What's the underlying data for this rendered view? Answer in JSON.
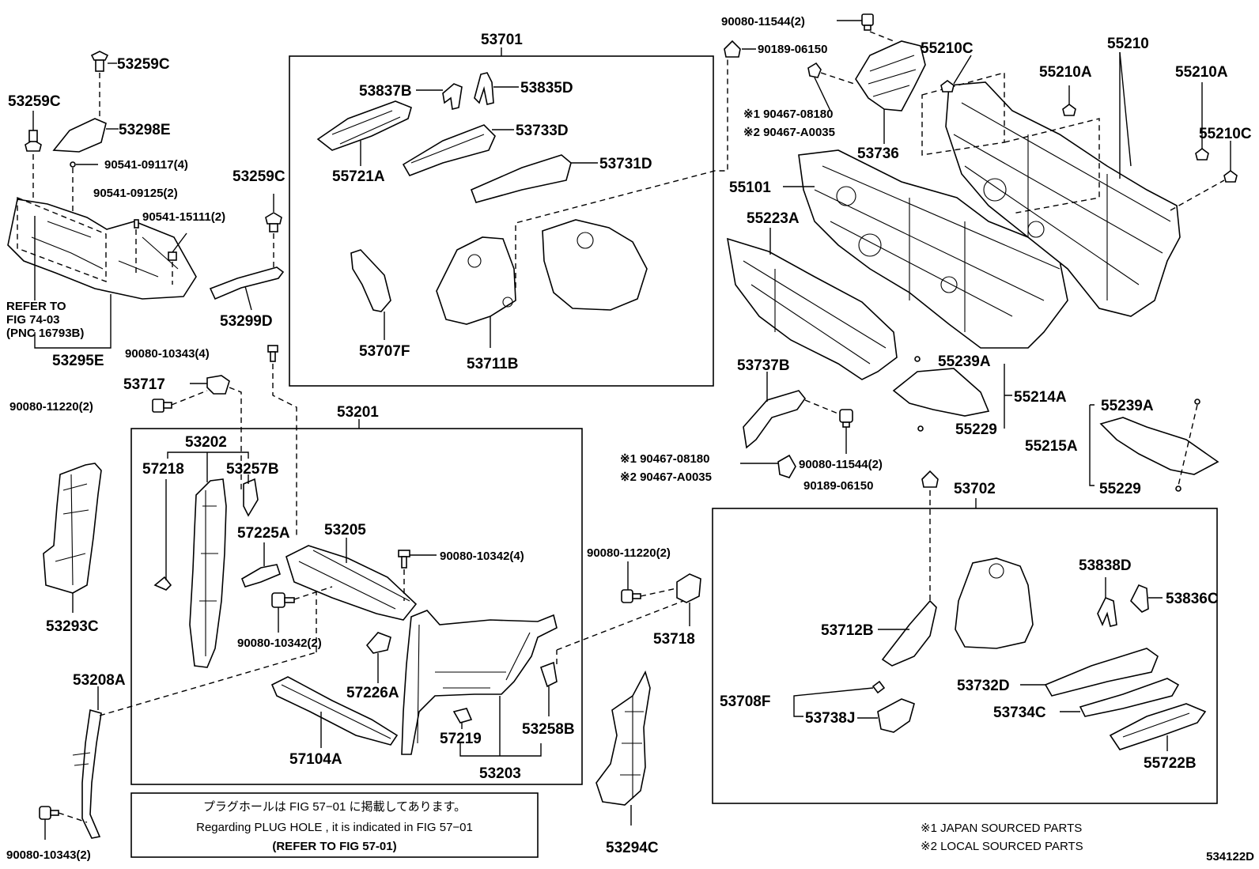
{
  "figure_code": "534122D",
  "legend": {
    "japan": "※1 JAPAN SOURCED PARTS",
    "local": "※2 LOCAL SOURCED PARTS"
  },
  "note": {
    "line1": "プラグホールは FIG 57−01 に掲載してあります。",
    "line2": "Regarding  PLUG  HOLE , it is indicated in FIG  57−01",
    "line3": "(REFER  TO  FIG  57-01)"
  },
  "refer": {
    "line1": "REFER  TO",
    "line2": "FIG  74-03",
    "line3": "(PNC  16793B)"
  },
  "labels": {
    "p53259C_a": "53259C",
    "p53259C_b": "53259C",
    "p53259C_c": "53259C",
    "p53298E": "53298E",
    "p90541_09117": "90541-09117(4)",
    "p90541_09125": "90541-09125(2)",
    "p90541_15111": "90541-15111(2)",
    "p53299D": "53299D",
    "p53295E": "53295E",
    "p53701": "53701",
    "p53837B": "53837B",
    "p53835D": "53835D",
    "p53733D": "53733D",
    "p55721A": "55721A",
    "p53731D": "53731D",
    "p53707F": "53707F",
    "p53711B": "53711B",
    "p90080_11544_top": "90080-11544(2)",
    "p90189_06150_top": "90189-06150",
    "p55210C_a": "55210C",
    "p55210": "55210",
    "p55210A_a": "55210A",
    "p55210A_b": "55210A",
    "p55210C_b": "55210C",
    "p90467_08180_top": "※1  90467-08180",
    "p90467_A0035_top": "※2  90467-A0035",
    "p53736": "53736",
    "p55101": "55101",
    "p55223A": "55223A",
    "p90080_10343_a": "90080-10343(4)",
    "p53717": "53717",
    "p90080_11220_a": "90080-11220(2)",
    "p53201": "53201",
    "p53202": "53202",
    "p57218": "57218",
    "p53257B": "53257B",
    "p57225A": "57225A",
    "p53205": "53205",
    "p90080_10342_a": "90080-10342(4)",
    "p90080_10342_b": "90080-10342(2)",
    "p57226A": "57226A",
    "p57104A": "57104A",
    "p57219": "57219",
    "p53203": "53203",
    "p53258B": "53258B",
    "p53293C": "53293C",
    "p53208A": "53208A",
    "p90080_10343_b": "90080-10343(2)",
    "p90080_11220_b": "90080-11220(2)",
    "p53718": "53718",
    "p53294C": "53294C",
    "p53737B": "53737B",
    "p90467_08180_mid": "※1  90467-08180",
    "p90467_A0035_mid": "※2  90467-A0035",
    "p90080_11544_mid": "90080-11544(2)",
    "p90189_06150_mid": "90189-06150",
    "p55239A_a": "55239A",
    "p55214A": "55214A",
    "p55229_a": "55229",
    "p55239A_b": "55239A",
    "p55215A": "55215A",
    "p55229_b": "55229",
    "p53702": "53702",
    "p53838D": "53838D",
    "p53836C": "53836C",
    "p53712B": "53712B",
    "p53732D": "53732D",
    "p53708F": "53708F",
    "p53738J": "53738J",
    "p53734C": "53734C",
    "p55722B": "55722B"
  }
}
